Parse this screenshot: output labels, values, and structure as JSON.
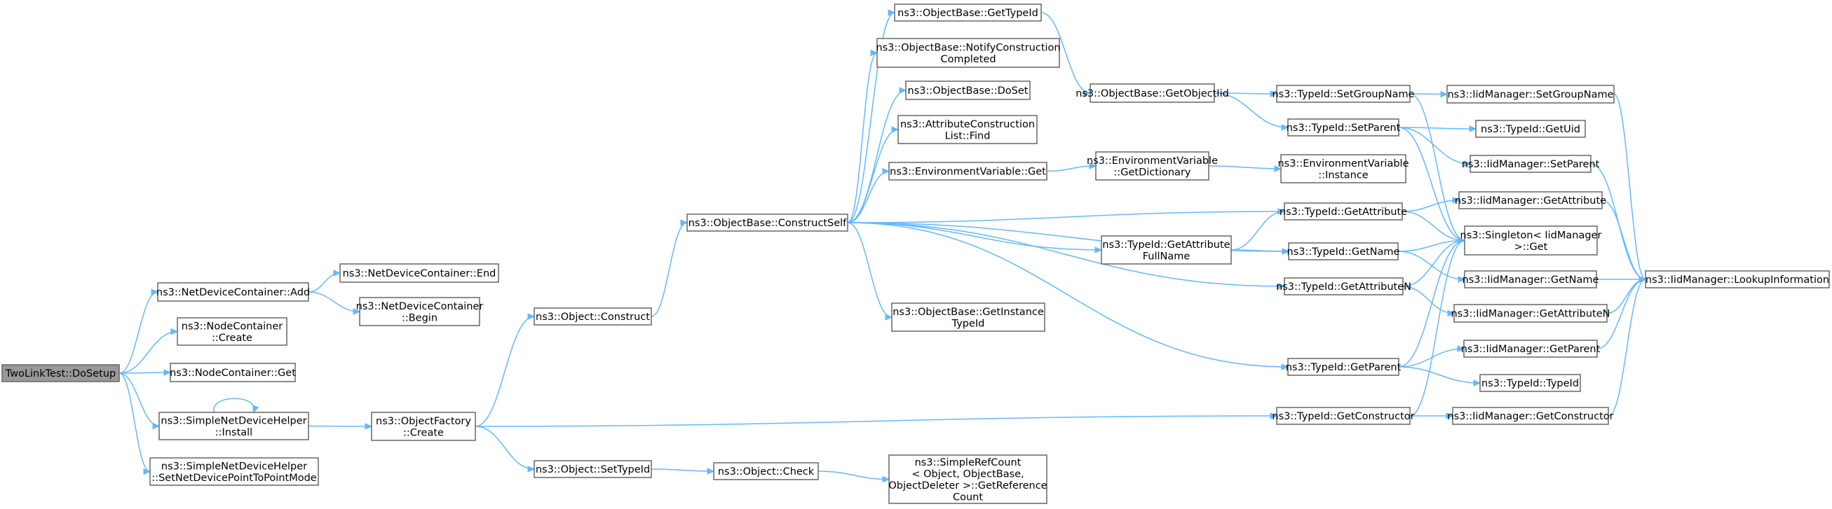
{
  "nodes": [
    {
      "id": "root",
      "lines": [
        "TwoLinkTest::DoSetup"
      ],
      "root": true
    },
    {
      "id": "ndc_add",
      "lines": [
        "ns3::NetDeviceContainer::Add"
      ]
    },
    {
      "id": "nc_create",
      "lines": [
        "ns3::NodeContainer",
        "::Create"
      ]
    },
    {
      "id": "nc_get",
      "lines": [
        "ns3::NodeContainer::Get"
      ]
    },
    {
      "id": "sndh_install",
      "lines": [
        "ns3::SimpleNetDeviceHelper",
        "::Install"
      ]
    },
    {
      "id": "sndh_setp2p",
      "lines": [
        "ns3::SimpleNetDeviceHelper",
        "::SetNetDevicePointToPointMode"
      ]
    },
    {
      "id": "ndc_end",
      "lines": [
        "ns3::NetDeviceContainer::End"
      ]
    },
    {
      "id": "ndc_begin",
      "lines": [
        "ns3::NetDeviceContainer",
        "::Begin"
      ]
    },
    {
      "id": "of_create",
      "lines": [
        "ns3::ObjectFactory",
        "::Create"
      ]
    },
    {
      "id": "obj_construct",
      "lines": [
        "ns3::Object::Construct"
      ]
    },
    {
      "id": "obj_settypeid",
      "lines": [
        "ns3::Object::SetTypeId"
      ]
    },
    {
      "id": "ob_constructself",
      "lines": [
        "ns3::ObjectBase::ConstructSelf"
      ]
    },
    {
      "id": "obj_check",
      "lines": [
        "ns3::Object::Check"
      ]
    },
    {
      "id": "ob_gettypeid",
      "lines": [
        "ns3::ObjectBase::GetTypeId"
      ]
    },
    {
      "id": "ob_notify",
      "lines": [
        "ns3::ObjectBase::NotifyConstruction",
        "Completed"
      ]
    },
    {
      "id": "ob_doset",
      "lines": [
        "ns3::ObjectBase::DoSet"
      ]
    },
    {
      "id": "acl_find",
      "lines": [
        "ns3::AttributeConstruction",
        "List::Find"
      ]
    },
    {
      "id": "ev_get",
      "lines": [
        "ns3::EnvironmentVariable::Get"
      ]
    },
    {
      "id": "ob_getinstance",
      "lines": [
        "ns3::ObjectBase::GetInstance",
        "TypeId"
      ]
    },
    {
      "id": "src_getref",
      "lines": [
        "ns3::SimpleRefCount",
        "< Object, ObjectBase,",
        "ObjectDeleter >::GetReference",
        "Count"
      ]
    },
    {
      "id": "ob_getobjectiid",
      "lines": [
        "ns3::ObjectBase::GetObjectIid"
      ]
    },
    {
      "id": "ev_getdict",
      "lines": [
        "ns3::EnvironmentVariable",
        "::GetDictionary"
      ]
    },
    {
      "id": "tid_getattrfullname",
      "lines": [
        "ns3::TypeId::GetAttribute",
        "FullName"
      ]
    },
    {
      "id": "tid_setgroupname",
      "lines": [
        "ns3::TypeId::SetGroupName"
      ]
    },
    {
      "id": "tid_setparent",
      "lines": [
        "ns3::TypeId::SetParent"
      ]
    },
    {
      "id": "ev_instance",
      "lines": [
        "ns3::EnvironmentVariable",
        "::Instance"
      ]
    },
    {
      "id": "tid_getattribute",
      "lines": [
        "ns3::TypeId::GetAttribute"
      ]
    },
    {
      "id": "tid_getname",
      "lines": [
        "ns3::TypeId::GetName"
      ]
    },
    {
      "id": "tid_getattributen",
      "lines": [
        "ns3::TypeId::GetAttributeN"
      ]
    },
    {
      "id": "tid_getparent",
      "lines": [
        "ns3::TypeId::GetParent"
      ]
    },
    {
      "id": "tid_getconstructor",
      "lines": [
        "ns3::TypeId::GetConstructor"
      ]
    },
    {
      "id": "iim_setgroupname",
      "lines": [
        "ns3::IidManager::SetGroupName"
      ]
    },
    {
      "id": "tid_getuid",
      "lines": [
        "ns3::TypeId::GetUid"
      ]
    },
    {
      "id": "iim_setparent",
      "lines": [
        "ns3::IidManager::SetParent"
      ]
    },
    {
      "id": "iim_getattribute",
      "lines": [
        "ns3::IidManager::GetAttribute"
      ]
    },
    {
      "id": "singleton_get",
      "lines": [
        "ns3::Singleton< IidManager",
        ">::Get"
      ]
    },
    {
      "id": "iim_getname",
      "lines": [
        "ns3::IidManager::GetName"
      ]
    },
    {
      "id": "iim_getattributen",
      "lines": [
        "ns3::IidManager::GetAttributeN"
      ]
    },
    {
      "id": "iim_getparent",
      "lines": [
        "ns3::IidManager::GetParent"
      ]
    },
    {
      "id": "tid_typeid",
      "lines": [
        "ns3::TypeId::TypeId"
      ]
    },
    {
      "id": "iim_getconstructor",
      "lines": [
        "ns3::IidManager::GetConstructor"
      ]
    },
    {
      "id": "iim_lookupinfo",
      "lines": [
        "ns3::IidManager::LookupInformation"
      ]
    }
  ],
  "edges": [
    [
      "root",
      "ndc_add"
    ],
    [
      "root",
      "nc_create"
    ],
    [
      "root",
      "nc_get"
    ],
    [
      "root",
      "sndh_install"
    ],
    [
      "root",
      "sndh_setp2p"
    ],
    [
      "ndc_add",
      "ndc_end"
    ],
    [
      "ndc_add",
      "ndc_begin"
    ],
    [
      "sndh_install",
      "sndh_install"
    ],
    [
      "sndh_install",
      "of_create"
    ],
    [
      "of_create",
      "obj_construct"
    ],
    [
      "of_create",
      "obj_settypeid"
    ],
    [
      "of_create",
      "tid_getconstructor"
    ],
    [
      "obj_construct",
      "ob_constructself"
    ],
    [
      "obj_settypeid",
      "obj_check"
    ],
    [
      "obj_check",
      "src_getref"
    ],
    [
      "ob_constructself",
      "ob_gettypeid"
    ],
    [
      "ob_constructself",
      "ob_notify"
    ],
    [
      "ob_constructself",
      "ob_doset"
    ],
    [
      "ob_constructself",
      "acl_find"
    ],
    [
      "ob_constructself",
      "ev_get"
    ],
    [
      "ob_constructself",
      "ob_getinstance"
    ],
    [
      "ob_constructself",
      "tid_getattribute"
    ],
    [
      "ob_constructself",
      "tid_getattrfullname"
    ],
    [
      "ob_constructself",
      "tid_getname"
    ],
    [
      "ob_constructself",
      "tid_getattributen"
    ],
    [
      "ob_constructself",
      "tid_getparent"
    ],
    [
      "ob_gettypeid",
      "ob_getobjectiid"
    ],
    [
      "ob_getobjectiid",
      "tid_setgroupname"
    ],
    [
      "ob_getobjectiid",
      "tid_setparent"
    ],
    [
      "ev_get",
      "ev_getdict"
    ],
    [
      "ev_getdict",
      "ev_instance"
    ],
    [
      "tid_getattrfullname",
      "tid_getattribute"
    ],
    [
      "tid_getattrfullname",
      "tid_getname"
    ],
    [
      "tid_setgroupname",
      "iim_setgroupname"
    ],
    [
      "tid_setgroupname",
      "singleton_get"
    ],
    [
      "tid_setparent",
      "tid_getuid"
    ],
    [
      "tid_setparent",
      "iim_setparent"
    ],
    [
      "tid_setparent",
      "singleton_get"
    ],
    [
      "tid_getattribute",
      "iim_getattribute"
    ],
    [
      "tid_getattribute",
      "singleton_get"
    ],
    [
      "tid_getname",
      "singleton_get"
    ],
    [
      "tid_getname",
      "iim_getname"
    ],
    [
      "tid_getattributen",
      "singleton_get"
    ],
    [
      "tid_getattributen",
      "iim_getattributen"
    ],
    [
      "tid_getparent",
      "singleton_get"
    ],
    [
      "tid_getparent",
      "iim_getparent"
    ],
    [
      "tid_getparent",
      "tid_typeid"
    ],
    [
      "tid_getconstructor",
      "singleton_get"
    ],
    [
      "tid_getconstructor",
      "iim_getconstructor"
    ],
    [
      "iim_setgroupname",
      "iim_lookupinfo"
    ],
    [
      "iim_setparent",
      "iim_lookupinfo"
    ],
    [
      "iim_getattribute",
      "iim_lookupinfo"
    ],
    [
      "iim_getname",
      "iim_lookupinfo"
    ],
    [
      "iim_getattributen",
      "iim_lookupinfo"
    ],
    [
      "iim_getparent",
      "iim_lookupinfo"
    ],
    [
      "iim_getconstructor",
      "iim_lookupinfo"
    ]
  ]
}
